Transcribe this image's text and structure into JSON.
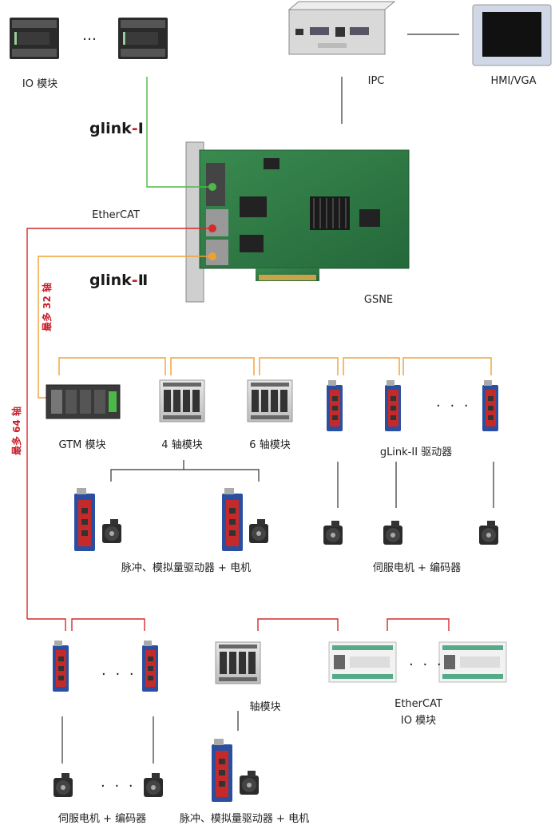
{
  "labels": {
    "io_module": "IO 模块",
    "ipc": "IPC",
    "hmi": "HMI/VGA",
    "ethercat": "EtherCAT",
    "gsne": "GSNE",
    "gtm": "GTM 模块",
    "axis4": "4 轴模块",
    "axis6": "6 轴模块",
    "glink2_driver": "gLink-II 驱动器",
    "pulse_driver_motor": "脉冲、模拟量驱动器 + 电机",
    "servo_motor_encoder": "伺服电机 + 编码器",
    "axis_module": "轴模块",
    "ethercat_io_line1": "EtherCAT",
    "ethercat_io_line2": "IO 模块",
    "servo_motor_encoder_bottom": "伺服电机 + 编码器",
    "pulse_driver_motor_bottom": "脉冲、模拟量驱动器 + 电机",
    "max32": "最多 32 轴",
    "max64": "最多 64 轴",
    "ellipsis": "…",
    "ellipsis_dots": "· · ·"
  },
  "glink1": {
    "text": "glink",
    "dash": "-",
    "suffix": "Ⅰ"
  },
  "glink2": {
    "text": "glink",
    "dash": "-",
    "suffix": "Ⅱ"
  },
  "colors": {
    "green_line": "#4cb848",
    "red_line": "#d42a2a",
    "orange_line": "#f0a030",
    "black_line": "#333333",
    "pcb_green": "#2f7d44",
    "driver_blue": "#2a4fa0",
    "driver_red": "#c52a2a"
  }
}
